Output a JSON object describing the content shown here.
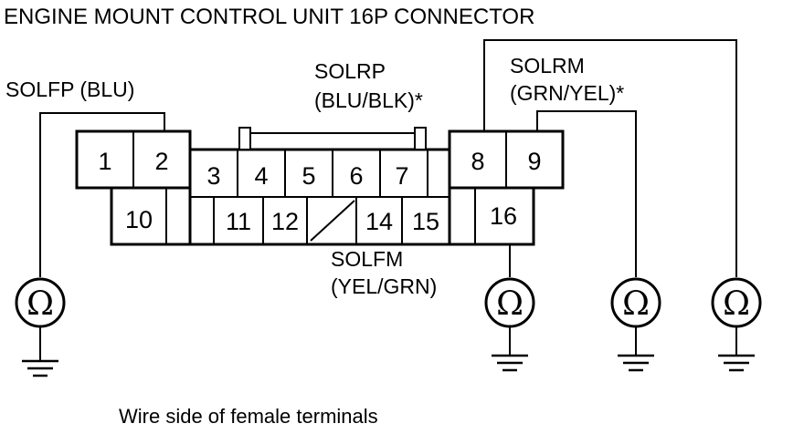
{
  "title": "ENGINE MOUNT CONTROL UNIT 16P CONNECTOR",
  "caption": "Wire side of female terminals",
  "wire_labels": {
    "solfp": "SOLFP (BLU)",
    "solrp_name": "SOLRP",
    "solrp_color": "(BLU/BLK)*",
    "solrm_name": "SOLRM",
    "solrm_color": "(GRN/YEL)*",
    "solfm_name": "SOLFM",
    "solfm_color": "(YEL/GRN)"
  },
  "pins": {
    "p1": "1",
    "p2": "2",
    "p3": "3",
    "p4": "4",
    "p5": "5",
    "p6": "6",
    "p7": "7",
    "p8": "8",
    "p9": "9",
    "p10": "10",
    "p11": "11",
    "p12": "12",
    "p14": "14",
    "p15": "15",
    "p16": "16"
  },
  "meter": {
    "symbol": "Ω",
    "icon": "ohmmeter-icon",
    "ground_icon": "ground-icon"
  }
}
